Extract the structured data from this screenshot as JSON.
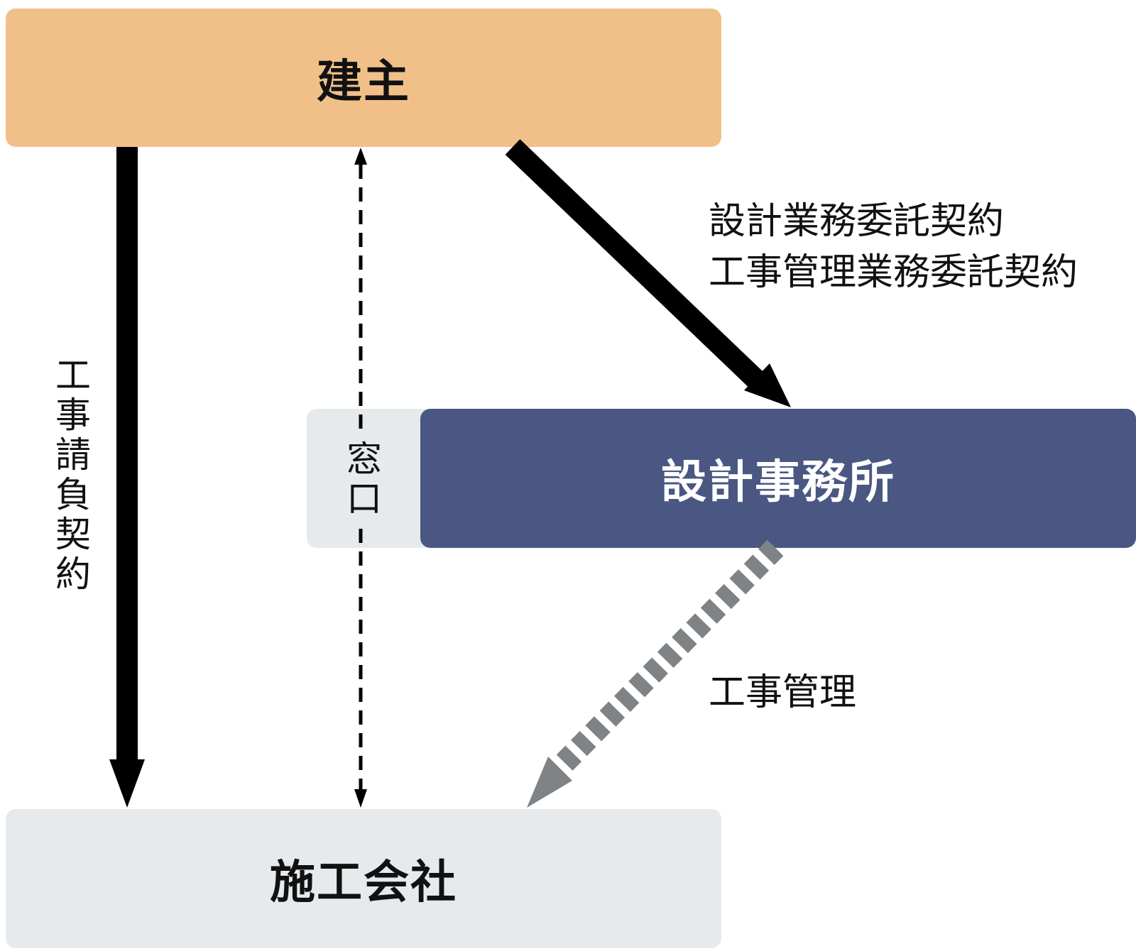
{
  "nodes": {
    "owner": {
      "label": "建主"
    },
    "design_office": {
      "label": "設計事務所"
    },
    "contractor": {
      "label": "施工会社"
    }
  },
  "edges": {
    "construction_contract": {
      "label": "工事請負契約"
    },
    "window": {
      "label": "窓口"
    },
    "design_contracts": {
      "lines": [
        "設計業務委託契約",
        "工事管理業務委託契約"
      ]
    },
    "construction_management": {
      "label": "工事管理"
    }
  },
  "colors": {
    "owner_fill": "#f1c089",
    "design_office_fill": "#4a5782",
    "contractor_fill": "#e6eaed",
    "window_fill": "#e6eaed",
    "arrow_solid": "#000000",
    "arrow_mgmt": "#808386",
    "text_dark": "#111111",
    "text_light": "#ffffff"
  }
}
